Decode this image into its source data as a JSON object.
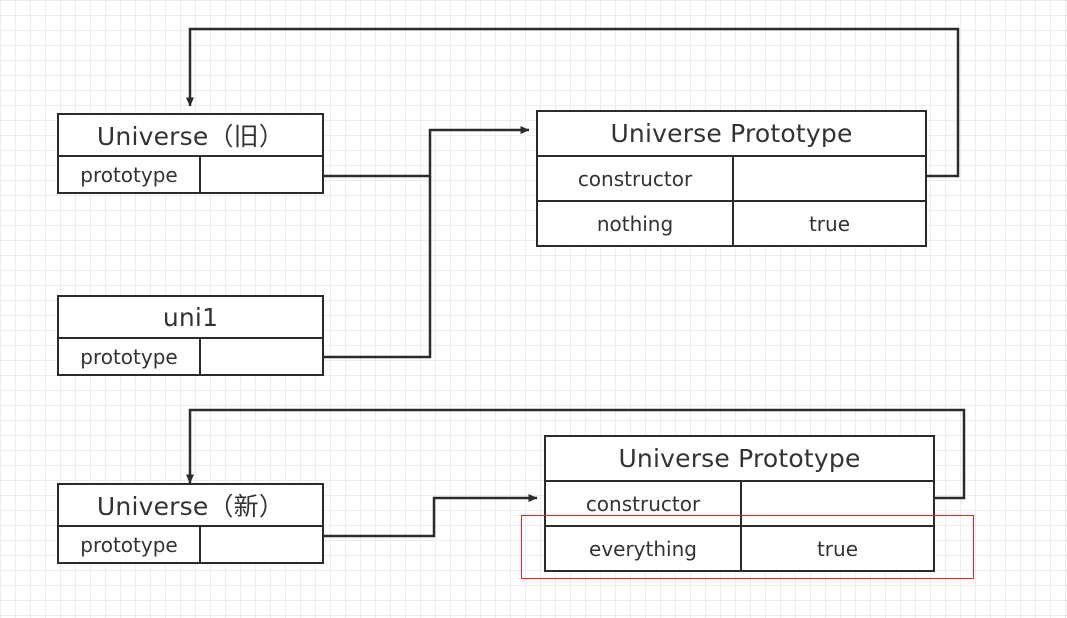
{
  "diagram": {
    "title": "JavaScript prototype chain diagram",
    "background": {
      "grid_minor_color": "#ededed",
      "grid_major_color": "#e2e2e2",
      "page_color": "#ffffff"
    },
    "stroke_color": "#2b2b2b",
    "highlight_color": "#ee2222",
    "text_color": "#333333"
  },
  "nodes": {
    "universe_old": {
      "title": "Universe（旧）",
      "prop_key": "prototype",
      "prop_value": ""
    },
    "uni1": {
      "title": "uni1",
      "prop_key": "prototype",
      "prop_value": ""
    },
    "universe_new": {
      "title": "Universe（新）",
      "prop_key": "prototype",
      "prop_value": ""
    },
    "proto_top": {
      "title": "Universe Prototype",
      "rows": [
        {
          "key": "constructor",
          "value": ""
        },
        {
          "key": "nothing",
          "value": "true"
        }
      ]
    },
    "proto_bottom": {
      "title": "Universe Prototype",
      "rows": [
        {
          "key": "constructor",
          "value": ""
        },
        {
          "key": "everything",
          "value": "true"
        }
      ]
    }
  },
  "connections": [
    {
      "name": "universe-old-prototype-to-proto-top",
      "from": "universe_old.prototype",
      "to": "proto_top",
      "arrow": true
    },
    {
      "name": "uni1-prototype-to-proto-top",
      "from": "uni1.prototype",
      "to": "proto_top",
      "arrow": false
    },
    {
      "name": "proto-top-constructor-to-universe-old",
      "from": "proto_top.constructor",
      "to": "universe_old",
      "arrow": true
    },
    {
      "name": "universe-new-prototype-to-proto-bottom",
      "from": "universe_new.prototype",
      "to": "proto_bottom",
      "arrow": true
    },
    {
      "name": "proto-bottom-constructor-to-universe-new",
      "from": "proto_bottom.constructor",
      "to": "universe_new",
      "arrow": true
    }
  ],
  "highlight": {
    "label": "everything-row-highlight"
  }
}
